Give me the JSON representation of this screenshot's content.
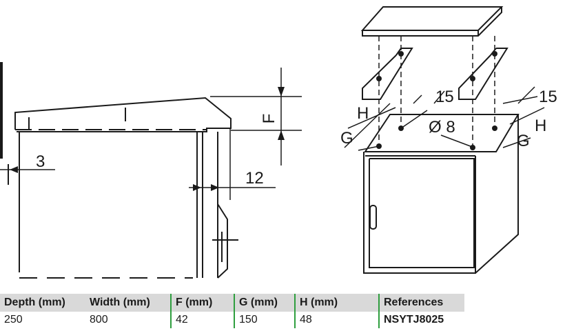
{
  "drawing": {
    "side_view": {
      "dim_left": "3",
      "dim_right": "12",
      "dim_height": "F"
    },
    "iso_view": {
      "dim_g_left": "G",
      "dim_h_left": "H",
      "dim_15_left": "15",
      "dim_diameter": "Ø 8",
      "dim_15_right": "15",
      "dim_h_right": "H",
      "dim_g_right": "G"
    }
  },
  "table": {
    "headers": [
      "Depth (mm)",
      "Width (mm)",
      "F (mm)",
      "G (mm)",
      "H (mm)",
      "References"
    ],
    "rows": [
      [
        "250",
        "800",
        "42",
        "150",
        "48",
        "NSYTJ8025"
      ]
    ]
  },
  "colors": {
    "header_bg": "#d9d9d9",
    "separator": "#2e9e3e",
    "line": "#1a1a1a"
  }
}
